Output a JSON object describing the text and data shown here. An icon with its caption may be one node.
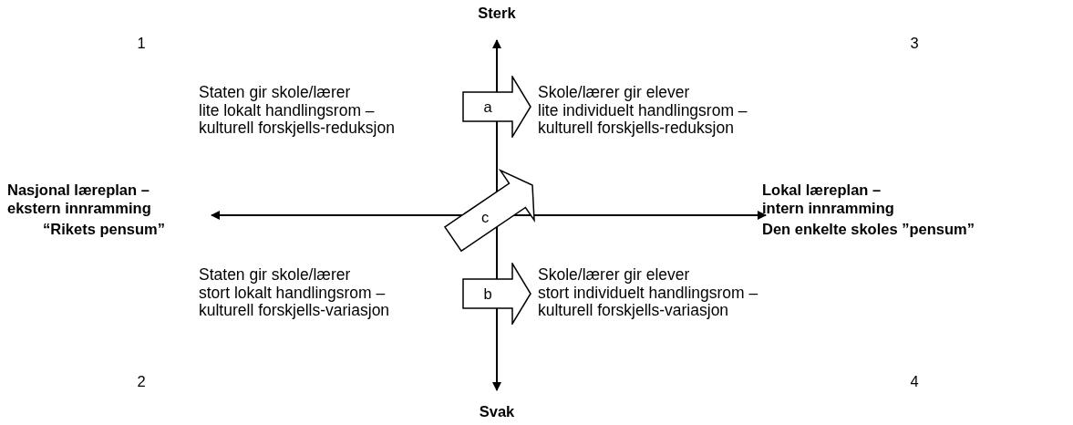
{
  "diagram": {
    "nodes": [
      {
        "text": [
          "Staten gir skole/lærer lite lokalt handlingsrom – kulturell forskjells-reduksjon"
        ]
      },
      {
        "text": [
          "a"
        ]
      },
      {
        "text": [
          "Skole/lærer gir elever lite individuelt handlingsrom – kulturell forskjells-reduksjon"
        ]
      },
      {
        "text": [
          "c"
        ]
      },
      {
        "text": [
          "Staten gir skole/lærer stort lokalt handlingsrom – kulturell forskjells-variasjon"
        ]
      },
      {
        "text": [
          "b"
        ]
      },
      {
        "text": [
          "Skole/lærer gir elever stort individuelt handlingsrom – kulturell forskjells-variasjon"
        ]
      }
    ],
    "labels": [
      "Sterk",
      "1",
      "3",
      "Nasjonal læreplan – ekstern innramming",
      "“Rikets pensum”",
      "Lokal læreplan – intern innramming",
      "Den enkelte skoles ”pensum”",
      "2",
      "4",
      "Svak"
    ]
  }
}
